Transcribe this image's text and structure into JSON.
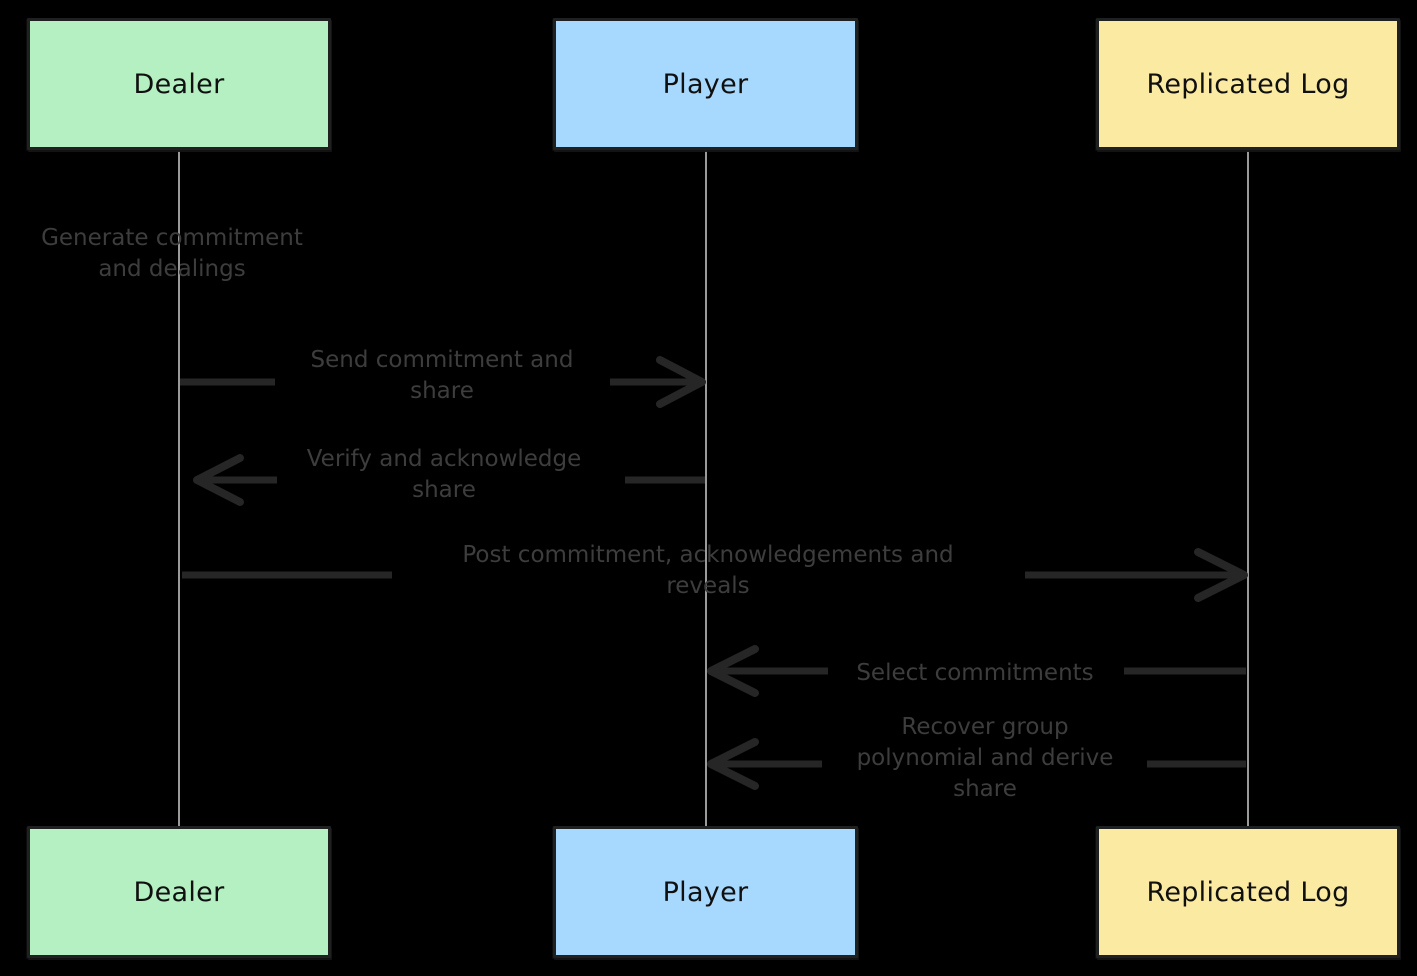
{
  "diagram": {
    "type": "sequence-diagram",
    "background": "#000000",
    "participants": [
      {
        "id": "dealer",
        "label": "Dealer",
        "color": "#b5f0c2",
        "border": "#1f2020"
      },
      {
        "id": "player",
        "label": "Player",
        "color": "#a7d8fd",
        "border": "#1f2020"
      },
      {
        "id": "log",
        "label": "Replicated Log",
        "color": "#fbeba2",
        "border": "#1f2020"
      }
    ],
    "notes": [
      {
        "id": "note-1",
        "text": "Generate commitment\nand dealings",
        "owner": "dealer"
      }
    ],
    "messages": [
      {
        "id": "msg-1",
        "from": "dealer",
        "to": "player",
        "direction": "right",
        "label": "Send commitment and\nshare"
      },
      {
        "id": "msg-2",
        "from": "player",
        "to": "dealer",
        "direction": "left",
        "label": "Verify and acknowledge\nshare"
      },
      {
        "id": "msg-3",
        "from": "dealer",
        "to": "log",
        "direction": "right",
        "label": "Post commitment, acknowledgements and\nreveals"
      },
      {
        "id": "msg-4",
        "from": "log",
        "to": "player",
        "direction": "left",
        "label": "Select commitments"
      },
      {
        "id": "msg-5",
        "from": "log",
        "to": "player",
        "direction": "left",
        "label": "Recover group\npolynomial and derive\nshare"
      }
    ],
    "text_color": "#3d3d3d",
    "line_color": "#9a9a9a",
    "arrow_color": "#262626"
  }
}
